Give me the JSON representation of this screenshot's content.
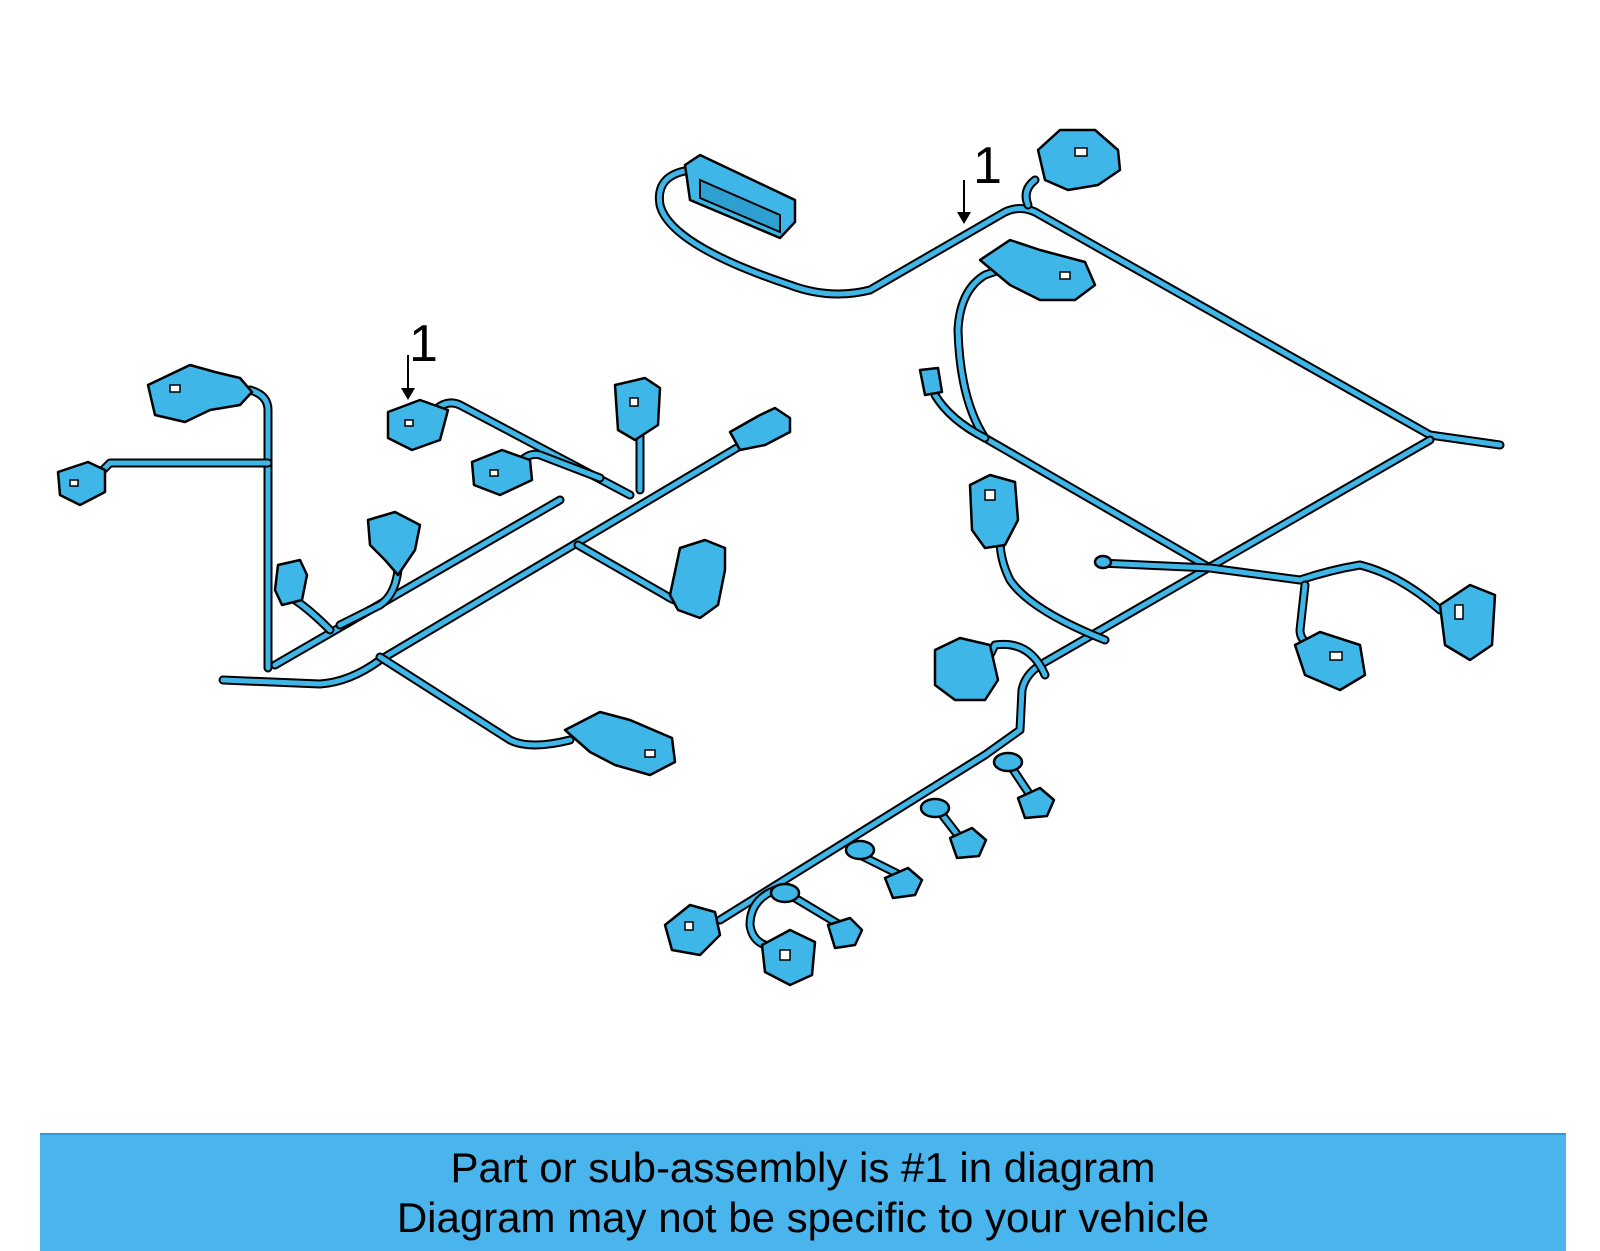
{
  "diagram": {
    "callouts": [
      {
        "label": "1"
      },
      {
        "label": "1"
      }
    ],
    "harness_color": "#3fb6e8",
    "outline_color": "#000000"
  },
  "footer": {
    "line1": "Part or sub-assembly is #1 in diagram",
    "line2": "Diagram may not be specific to your vehicle",
    "background_color": "#4ab4ec"
  }
}
